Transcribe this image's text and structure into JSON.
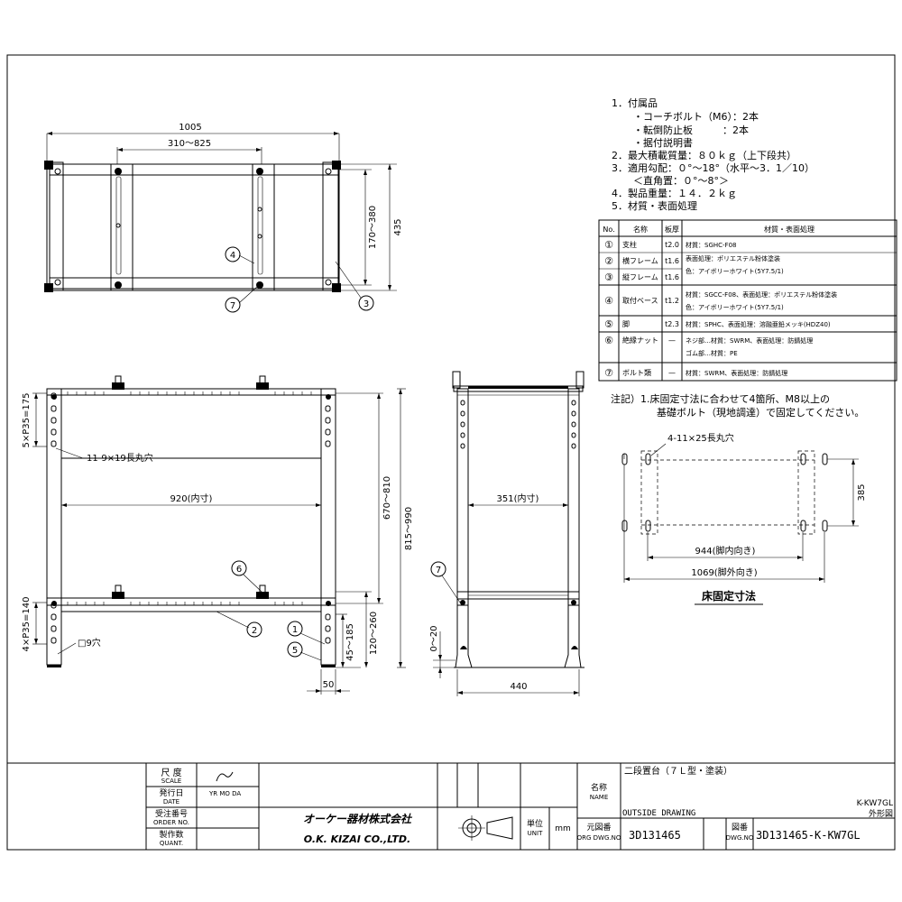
{
  "notes": {
    "accessories_heading": "1．付属品",
    "accessory_1": "・コーチボルト（M6）：2本",
    "accessory_2": "・転倒防止板　　　：2本",
    "accessory_3": "・据付説明書",
    "max_load": "2．最大積載質量：８０ｋｇ（上下段共）",
    "slope_1": "3．適用勾配：０°～18°（水平～3．1／10）",
    "slope_2": "＜直角置：０°～8°＞",
    "weight": "4．製品重量：１４．２ｋｇ",
    "material_heading": "5．材質・表面処理"
  },
  "parts_table": {
    "headers": [
      "No.",
      "名称",
      "板厚",
      "材質・表面処理"
    ],
    "rows": [
      {
        "no": "①",
        "name": "支柱",
        "thick": "t2.0",
        "spec": [
          "材質：SGHC-F08"
        ]
      },
      {
        "no": "②",
        "name": "横フレーム",
        "thick": "t1.6",
        "spec": [
          "表面処理：ポリエステル粉体塗装"
        ]
      },
      {
        "no": "③",
        "name": "縦フレーム",
        "thick": "t1.6",
        "spec": [
          "色：アイボリーホワイト(5Y7.5/1)"
        ]
      },
      {
        "no": "④",
        "name": "取付ベース",
        "thick": "t1.2",
        "spec": [
          "材質：SGCC-F08、表面処理：ポリエステル粉体塗装",
          "色：アイボリーホワイト(5Y7.5/1)"
        ]
      },
      {
        "no": "⑤",
        "name": "脚",
        "thick": "t2.3",
        "spec": [
          "材質：SPHC、表面処理：溶融亜鉛メッキ(HDZ40)"
        ]
      },
      {
        "no": "⑥",
        "name": "絶縁ナット",
        "thick": "—",
        "spec": [
          "ネジ部…材質：SWRM、表面処理：防錆処理",
          "ゴム部…材質：PE"
        ]
      },
      {
        "no": "⑦",
        "name": "ボルト類",
        "thick": "—",
        "spec": [
          "材質：SWRM、表面処理：防錆処理"
        ]
      }
    ]
  },
  "footnote": {
    "line1": "注記）1.床固定寸法に合わせて4箇所、M8以上の",
    "line2": "基礎ボルト（現地調達）で固定してください。"
  },
  "dimensions": {
    "top_width": "1005",
    "top_span": "310～825",
    "top_depth_adj": "170～380",
    "top_depth": "435",
    "slot_left": "5×P35=175",
    "slot_hole": "11-9×19長丸穴",
    "inner_width": "920(内寸)",
    "height_adj": "670～810",
    "height_total": "815～990",
    "slot_lower": "4×P35=140",
    "square_hole": "□9穴",
    "low_adj_1": "45～185",
    "low_adj_2": "120～260",
    "foot_width": "50",
    "side_inner": "351(内寸)",
    "side_offset": "0～20",
    "side_depth": "440",
    "floor_slot": "4-11×25長丸穴",
    "floor_depth": "385",
    "floor_inner": "944(脚内向き)",
    "floor_outer": "1069(脚外向き)",
    "floor_title": "床固定寸法"
  },
  "callouts": {
    "c1": "1",
    "c2": "2",
    "c3": "3",
    "c4": "4",
    "c5": "5",
    "c6": "6",
    "c7a": "7",
    "c7b": "7"
  },
  "title_block": {
    "scale_label": "尺 度",
    "scale_en": "SCALE",
    "date_label": "発行日",
    "date_en": "DATE",
    "date_fmt": "YR  MO  DA",
    "order_label": "受注番号",
    "order_en": "ORDER NO.",
    "qty_label": "製作数",
    "qty_en": "QUANT.",
    "company_jp": "オーケー器材株式会社",
    "company_en": "O.K. KIZAI CO.,LTD.",
    "unit_label": "単位",
    "unit_en": "UNIT",
    "unit_value": "mm",
    "name_label": "名称",
    "name_en": "NAME",
    "product_name": "二段置台（７Ｌ型・塗装）",
    "drawing_type_en": "OUTSIDE DRAWING",
    "model": "K-KW7GL",
    "drawing_type_jp": "外形図",
    "orig_label": "元図番",
    "orig_en": "ORG DWG.NO",
    "orig_no": "3D131465",
    "dwg_label": "図番",
    "dwg_en": "DWG.NO",
    "dwg_no": "3D131465-K-KW7GL"
  }
}
